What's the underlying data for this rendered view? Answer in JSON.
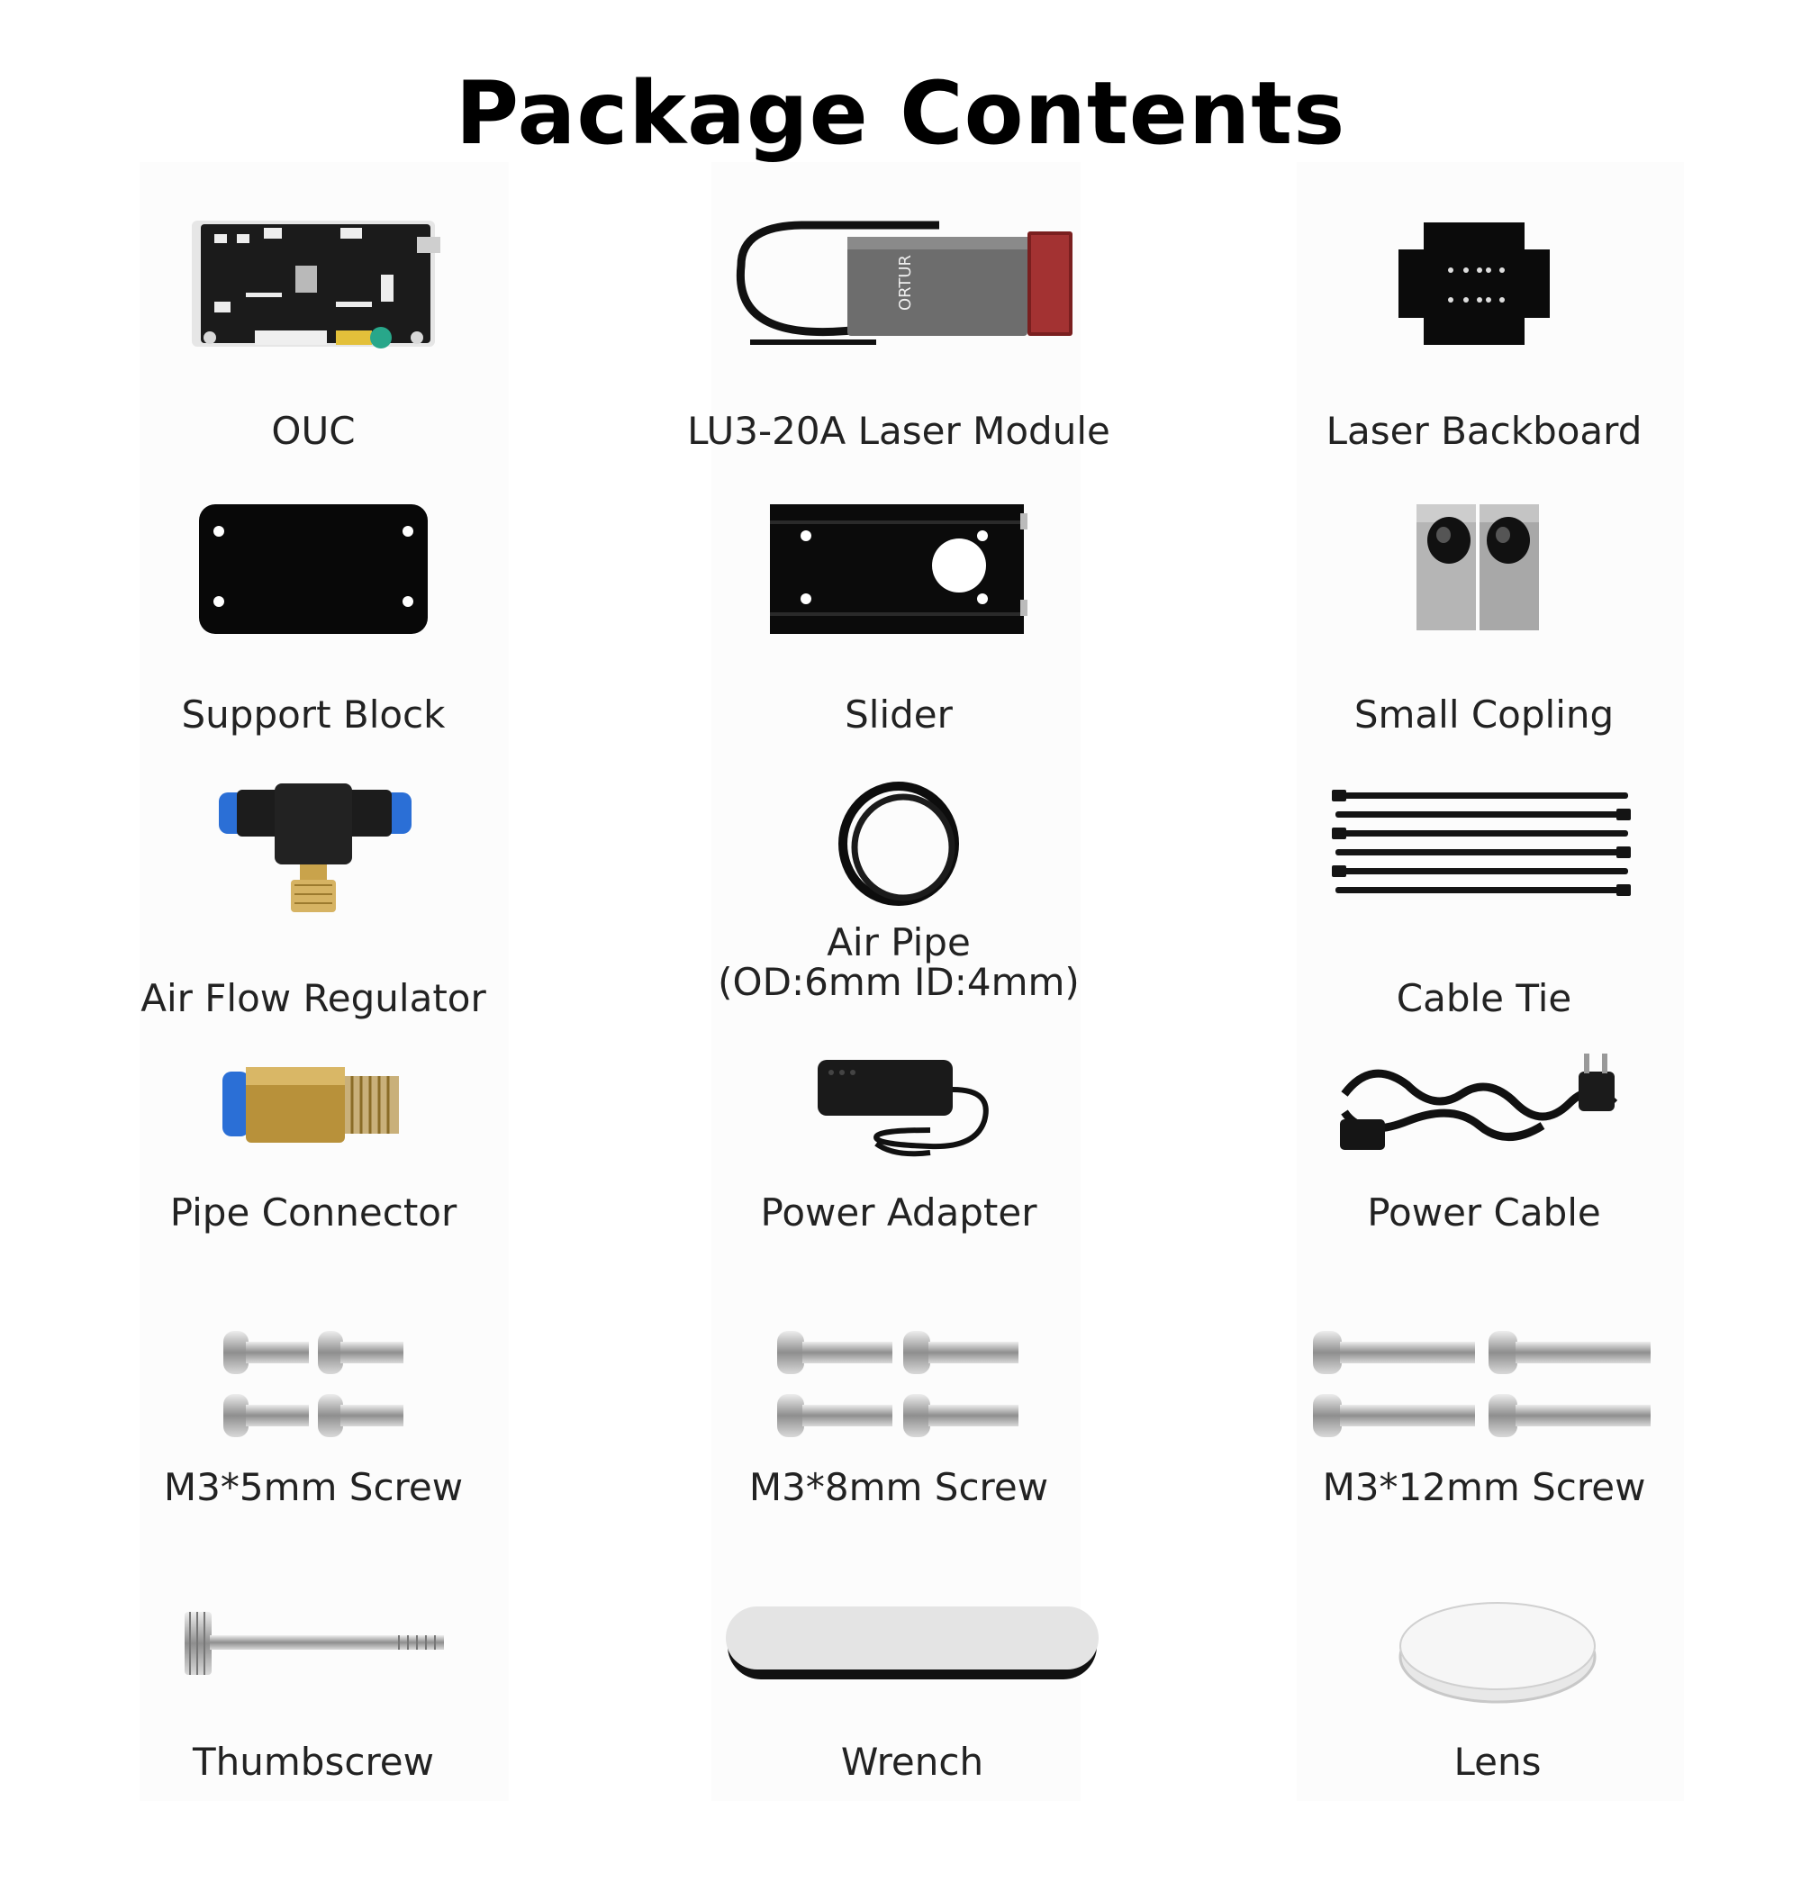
{
  "title": "Package Contents",
  "items": [
    {
      "label": "OUC",
      "icon": "circuit-board-icon"
    },
    {
      "label": "LU3-20A Laser Module",
      "icon": "laser-module-icon",
      "brand": "ORTUR"
    },
    {
      "label": "Laser Backboard",
      "icon": "backboard-plate-icon"
    },
    {
      "label": "Support Block",
      "icon": "support-block-icon"
    },
    {
      "label": "Slider",
      "icon": "slider-icon"
    },
    {
      "label": "Small Copling",
      "icon": "coupling-icon"
    },
    {
      "label": "Air Flow Regulator",
      "icon": "air-regulator-icon"
    },
    {
      "label": "Air Pipe",
      "label2": "(OD:6mm ID:4mm)",
      "icon": "air-pipe-icon"
    },
    {
      "label": "Cable Tie",
      "icon": "cable-tie-icon"
    },
    {
      "label": "Pipe Connector",
      "icon": "pipe-connector-icon"
    },
    {
      "label": "Power Adapter",
      "icon": "power-adapter-icon"
    },
    {
      "label": "Power Cable",
      "icon": "power-cable-icon"
    },
    {
      "label": "M3*5mm Screw",
      "icon": "screw-icon"
    },
    {
      "label": "M3*8mm Screw",
      "icon": "screw-icon"
    },
    {
      "label": "M3*12mm Screw",
      "icon": "screw-icon"
    },
    {
      "label": "Thumbscrew",
      "icon": "thumbscrew-icon"
    },
    {
      "label": "Wrench",
      "icon": "wrench-icon"
    },
    {
      "label": "Lens",
      "icon": "lens-icon"
    }
  ]
}
